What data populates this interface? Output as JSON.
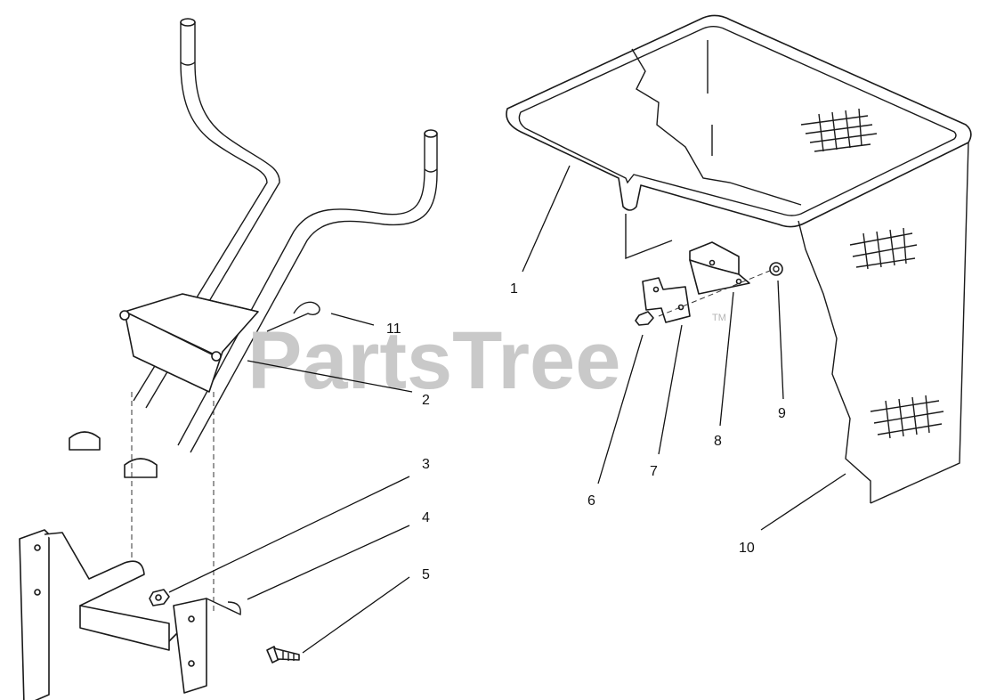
{
  "watermark": {
    "text": "PartsTree",
    "trademark": "TM"
  },
  "callouts": [
    {
      "id": "1",
      "label": "1"
    },
    {
      "id": "2",
      "label": "2"
    },
    {
      "id": "3",
      "label": "3"
    },
    {
      "id": "4",
      "label": "4"
    },
    {
      "id": "5",
      "label": "5"
    },
    {
      "id": "6",
      "label": "6"
    },
    {
      "id": "7",
      "label": "7"
    },
    {
      "id": "8",
      "label": "8"
    },
    {
      "id": "9",
      "label": "9"
    },
    {
      "id": "10",
      "label": "10"
    },
    {
      "id": "11",
      "label": "11"
    }
  ],
  "colors": {
    "line": "#1a1a1a",
    "watermark": "#c9c9c9",
    "background": "#ffffff"
  }
}
